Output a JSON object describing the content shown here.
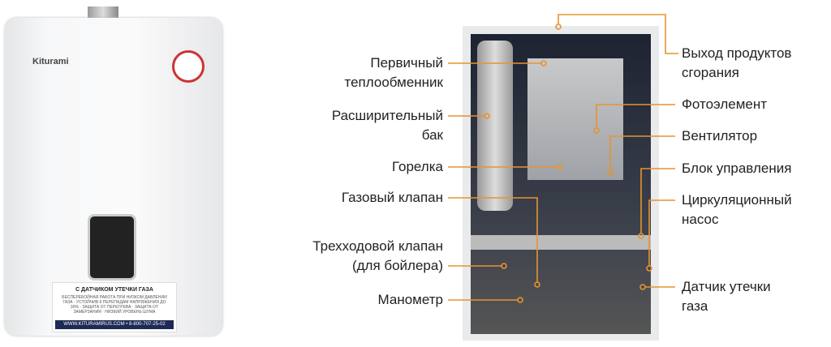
{
  "boiler": {
    "logo": "Kiturami",
    "sticker_title": "С ДАТЧИКОМ УТЕЧКИ ГАЗА",
    "sticker_text": "БЕСПЕРЕБОЙНАЯ РАБОТА ПРИ НИЗКОМ ДАВЛЕНИИ ГАЗА · УСТОЙЧИВ К ПЕРЕПАДАМ НАПРЯЖЕНИЯ ДО 30% · ЗАЩИТА ОТ ПЕРЕГРЕВА · ЗАЩИТА ОТ ЗАМЕРЗАНИЯ · НИЗКИЙ УРОВЕНЬ ШУМА",
    "sticker_footer": "WWW.KITURAMIRUS.COM  •  8-800-707-25-02"
  },
  "labels_left": [
    {
      "l1": "Первичный",
      "l2": "теплообменник"
    },
    {
      "l1": "Расширительный",
      "l2": "бак"
    },
    {
      "l1": "Горелка"
    },
    {
      "l1": "Газовый клапан"
    },
    {
      "l1": "Трехходовой клапан",
      "l2": "(для бойлера)"
    },
    {
      "l1": "Манометр"
    }
  ],
  "labels_right": [
    {
      "l1": "Выход продуктов",
      "l2": "сгорания"
    },
    {
      "l1": "Фотоэлемент"
    },
    {
      "l1": "Вентилятор"
    },
    {
      "l1": "Блок управления"
    },
    {
      "l1": "Циркуляционный",
      "l2": "насос"
    },
    {
      "l1": "Датчик утечки",
      "l2": "газа"
    }
  ],
  "colors": {
    "leader": "#e8932f"
  }
}
